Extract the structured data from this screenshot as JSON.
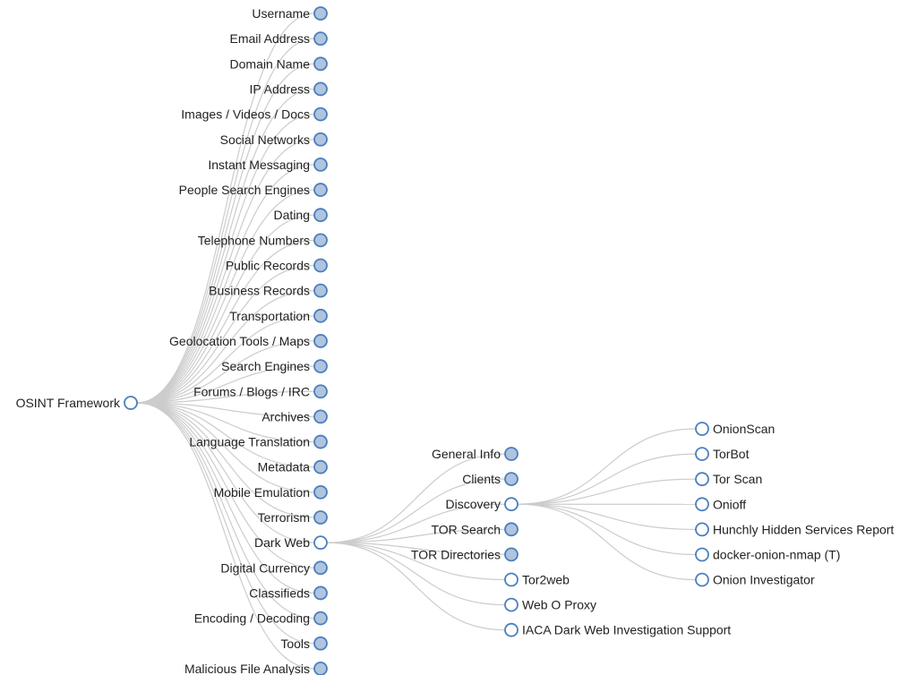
{
  "root": {
    "name": "OSINT Framework",
    "state": "expanded"
  },
  "level1": [
    {
      "name": "Username",
      "state": "collapsed"
    },
    {
      "name": "Email Address",
      "state": "collapsed"
    },
    {
      "name": "Domain Name",
      "state": "collapsed"
    },
    {
      "name": "IP Address",
      "state": "collapsed"
    },
    {
      "name": "Images / Videos / Docs",
      "state": "collapsed"
    },
    {
      "name": "Social Networks",
      "state": "collapsed"
    },
    {
      "name": "Instant Messaging",
      "state": "collapsed"
    },
    {
      "name": "People Search Engines",
      "state": "collapsed"
    },
    {
      "name": "Dating",
      "state": "collapsed"
    },
    {
      "name": "Telephone Numbers",
      "state": "collapsed"
    },
    {
      "name": "Public Records",
      "state": "collapsed"
    },
    {
      "name": "Business Records",
      "state": "collapsed"
    },
    {
      "name": "Transportation",
      "state": "collapsed"
    },
    {
      "name": "Geolocation Tools / Maps",
      "state": "collapsed"
    },
    {
      "name": "Search Engines",
      "state": "collapsed"
    },
    {
      "name": "Forums / Blogs / IRC",
      "state": "collapsed"
    },
    {
      "name": "Archives",
      "state": "collapsed"
    },
    {
      "name": "Language Translation",
      "state": "collapsed"
    },
    {
      "name": "Metadata",
      "state": "collapsed"
    },
    {
      "name": "Mobile Emulation",
      "state": "collapsed"
    },
    {
      "name": "Terrorism",
      "state": "collapsed"
    },
    {
      "name": "Dark Web",
      "state": "expanded"
    },
    {
      "name": "Digital Currency",
      "state": "collapsed"
    },
    {
      "name": "Classifieds",
      "state": "collapsed"
    },
    {
      "name": "Encoding / Decoding",
      "state": "collapsed"
    },
    {
      "name": "Tools",
      "state": "collapsed"
    },
    {
      "name": "Malicious File Analysis",
      "state": "collapsed"
    }
  ],
  "dark_web_children": [
    {
      "name": "General Info",
      "state": "collapsed"
    },
    {
      "name": "Clients",
      "state": "collapsed"
    },
    {
      "name": "Discovery",
      "state": "expanded"
    },
    {
      "name": "TOR Search",
      "state": "collapsed"
    },
    {
      "name": "TOR Directories",
      "state": "collapsed"
    },
    {
      "name": "Tor2web",
      "state": "leaf"
    },
    {
      "name": "Web O Proxy",
      "state": "leaf"
    },
    {
      "name": "IACA Dark Web Investigation Support",
      "state": "leaf"
    }
  ],
  "discovery_children": [
    {
      "name": "OnionScan",
      "state": "leaf"
    },
    {
      "name": "TorBot",
      "state": "leaf"
    },
    {
      "name": "Tor Scan",
      "state": "leaf"
    },
    {
      "name": "Onioff",
      "state": "leaf"
    },
    {
      "name": "Hunchly Hidden Services Report",
      "state": "leaf"
    },
    {
      "name": "docker-onion-nmap (T)",
      "state": "leaf"
    },
    {
      "name": "Onion Investigator",
      "state": "leaf"
    }
  ],
  "colors": {
    "link": "#cccccc",
    "node_stroke": "#4a7fbf",
    "collapsed_fill": "#b0c4de",
    "open_fill": "#ffffff",
    "text": "#222222"
  }
}
